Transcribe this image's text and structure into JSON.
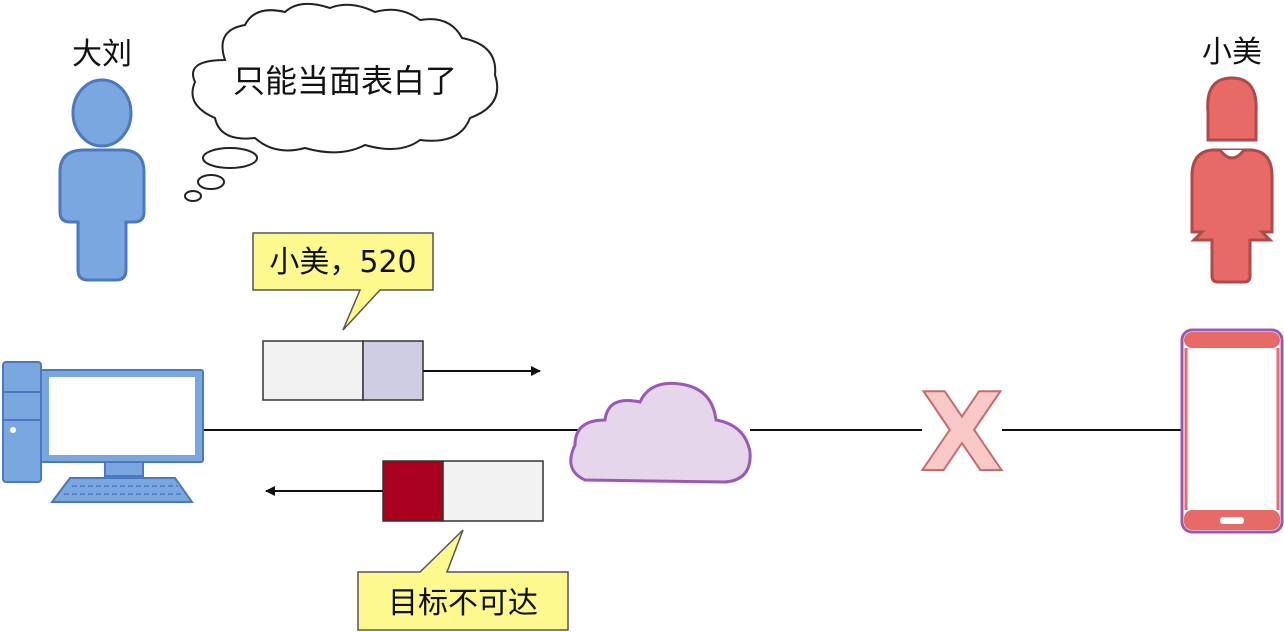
{
  "people": {
    "sender_name": "大刘",
    "receiver_name": "小美"
  },
  "thought": {
    "text": "只能当面表白了"
  },
  "callouts": {
    "outgoing": "小美，520",
    "incoming": "目标不可达"
  },
  "link_status_mark": "X",
  "colors": {
    "sender": "#7aa7e0",
    "receiver": "#e86a67",
    "cloud": "#e6d6ec",
    "callout": "#fdf98f",
    "error_header": "#a8001e",
    "data_header": "#cfcde3",
    "cross": "#f9c9c9"
  }
}
